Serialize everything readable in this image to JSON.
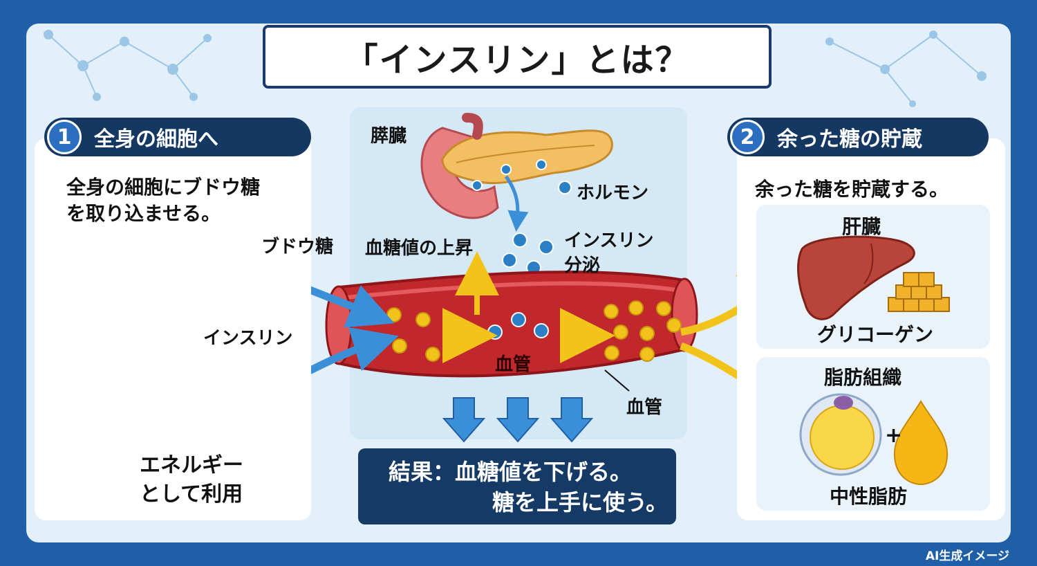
{
  "title": "「インスリン」とは？",
  "left": {
    "badge": "1",
    "heading": "全身の細胞へ",
    "desc_line1": "全身の細胞にブドウ糖",
    "desc_line2": "を取り込ませる。",
    "label_glucose": "ブドウ糖",
    "label_insulin": "インスリン",
    "energy_line1": "エネルギー",
    "energy_line2": "として利用"
  },
  "center": {
    "pancreas": "膵臓",
    "hormone": "ホルモン",
    "rise": "血糖値の上昇",
    "secretion_line1": "インスリン",
    "secretion_line2": "分泌",
    "vessel_inner": "血管",
    "vessel_outer": "血管",
    "result_line1": "結果：血糖値を下げる。",
    "result_line2": "糖を上手に使う。"
  },
  "right": {
    "badge": "2",
    "heading": "余った糖の貯蔵",
    "desc": "余った糖を貯蔵する。",
    "liver": "肝臓",
    "glycogen": "グリコーゲン",
    "adipose": "脂肪組織",
    "plus": "+",
    "triglyceride": "中性脂肪"
  },
  "footer": "AI生成イメージ",
  "colors": {
    "navy": "#153863",
    "vessel": "#c0282c",
    "glucose": "#f2c41b",
    "insulin": "#2b7fc4",
    "arrow_blue": "#3a8fd6",
    "arrow_yellow": "#f2c41b"
  }
}
